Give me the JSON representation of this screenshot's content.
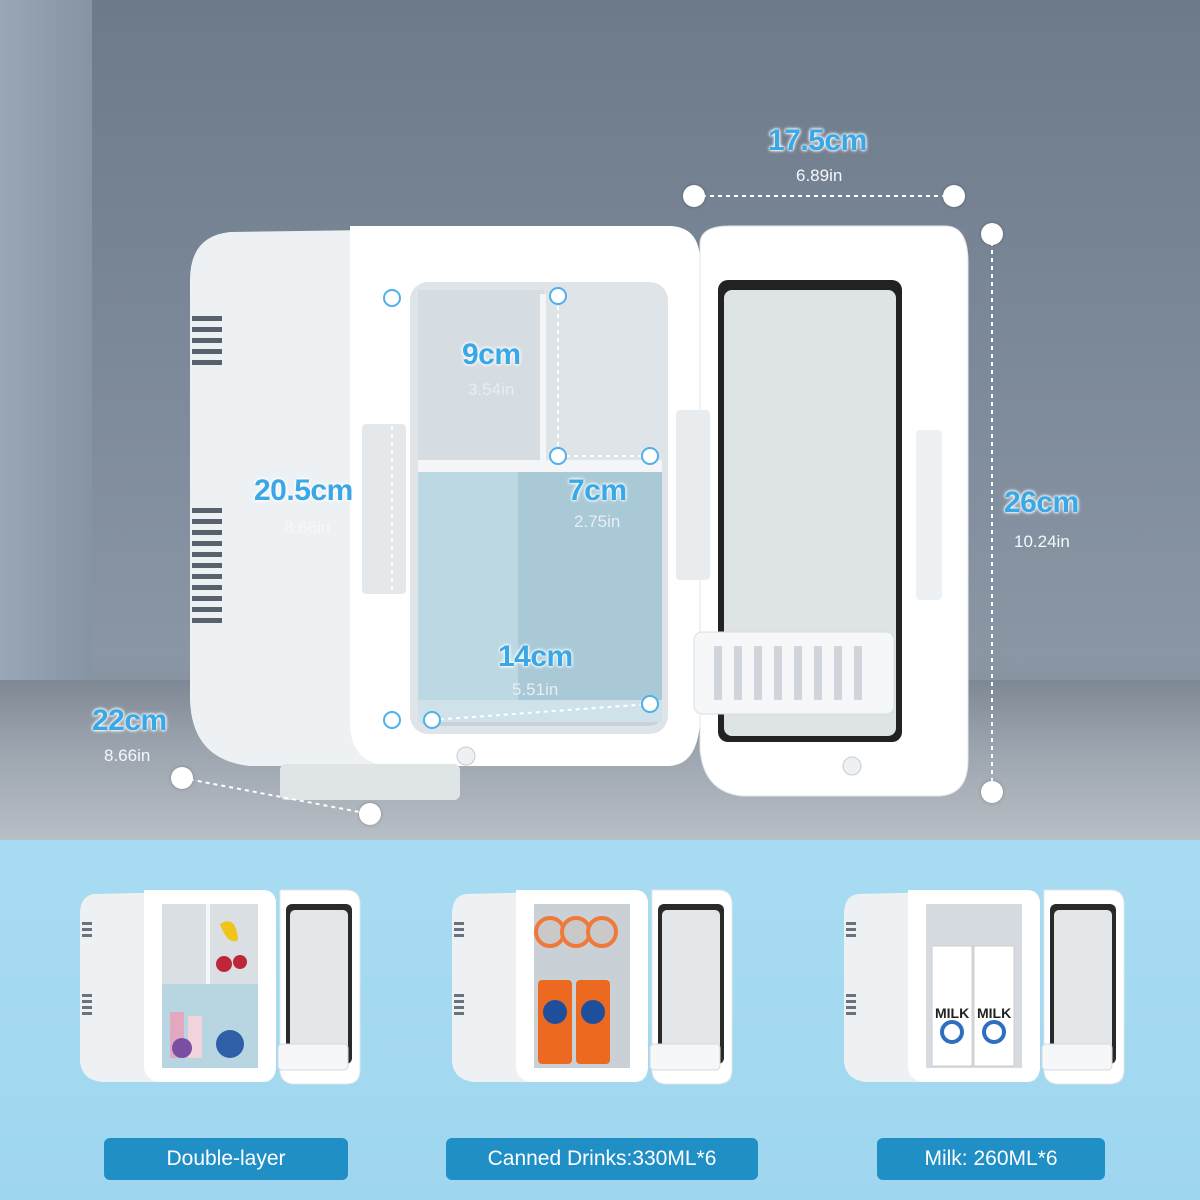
{
  "dimensions": {
    "width": {
      "cm": "17.5cm",
      "in": "6.89in"
    },
    "height": {
      "cm": "26cm",
      "in": "10.24in"
    },
    "depth": {
      "cm": "22cm",
      "in": "8.66in"
    },
    "inner_height": {
      "cm": "20.5cm",
      "in": "8.66in"
    },
    "upper_shelf_height": {
      "cm": "9cm",
      "in": "3.54in"
    },
    "shelf_width": {
      "cm": "7cm",
      "in": "2.75in"
    },
    "inner_width": {
      "cm": "14cm",
      "in": "5.51in"
    }
  },
  "variants": [
    {
      "label": "Double-layer"
    },
    {
      "label": "Canned Drinks:330ML*6"
    },
    {
      "label": "Milk: 260ML*6"
    }
  ],
  "milk_carton_text": "MILK",
  "colors": {
    "accent": "#3aa7e6",
    "label_bg": "#1f8fc6",
    "panel_bg": "#9fd6ef",
    "fridge": "#ffffff"
  }
}
